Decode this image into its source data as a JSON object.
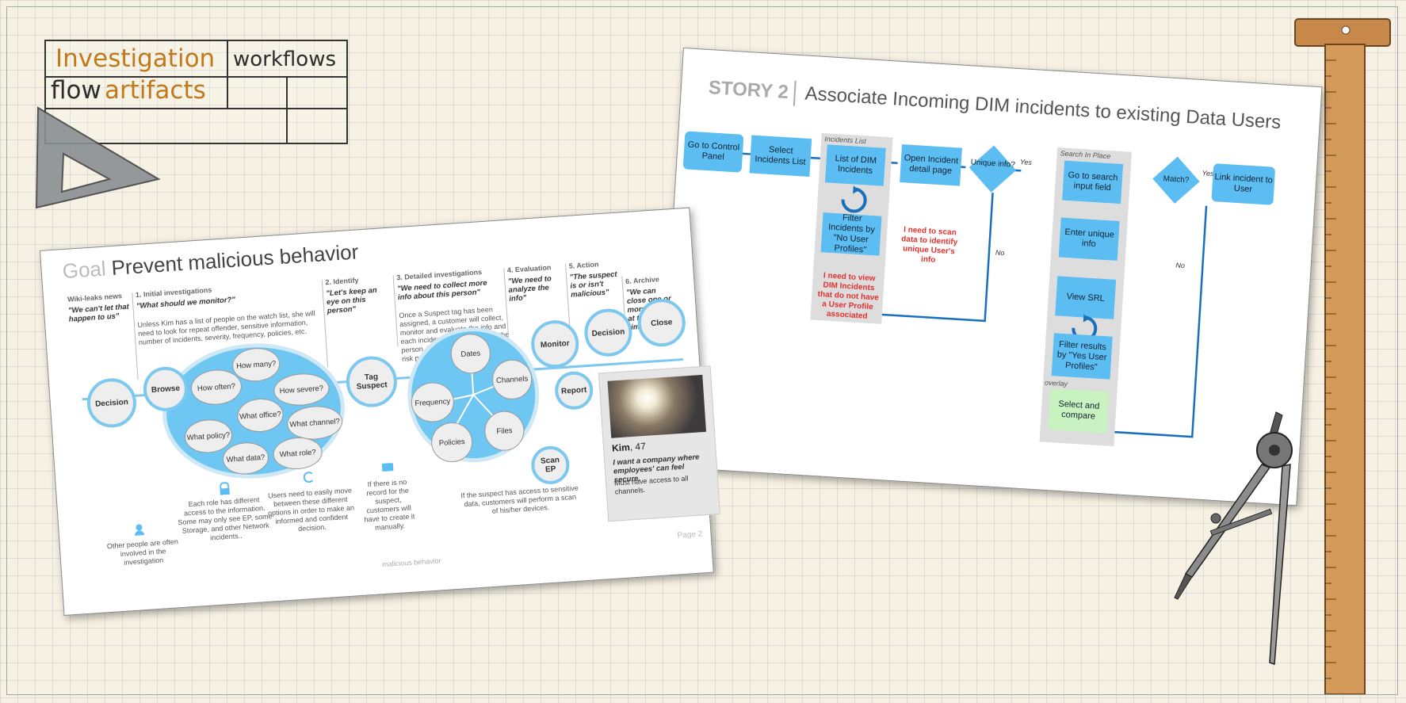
{
  "title_block": {
    "investigation": "Investigation",
    "workflows": "workflows",
    "flow": "flow",
    "artifacts": "artifacts"
  },
  "colors": {
    "orange": "#c07a1c",
    "dark": "#2c2c2c",
    "node_blue": "#5bbdf1",
    "flow_line": "#1a6fbd",
    "alert_red": "#e53030",
    "green": "#c8f3c0"
  },
  "story": {
    "label": "STORY 2",
    "title": "Associate Incoming DIM incidents to existing Data Users",
    "group_incidents": "Incidents List",
    "group_search": "Search In Place",
    "overlay": "overlay",
    "nodes": {
      "go_cp": "Go to Control Panel",
      "select_list": "Select Incidents List",
      "list_dim": "List of DIM Incidents",
      "filter_no": "Filter Incidents by \"No User Profiles\"",
      "open_detail": "Open Incident detail page",
      "unique": "Unique info?",
      "go_search": "Go to search input field",
      "enter_unique": "Enter unique info",
      "view_srl": "View SRL",
      "filter_yes": "Filter results by \"Yes User Profiles\"",
      "match": "Match?",
      "link": "Link incident to User",
      "select_compare": "Select and compare"
    },
    "yes1": "Yes",
    "yes2": "Yes",
    "no1": "No",
    "no2": "No",
    "note_scan": "I need to scan data to identify unique User's info",
    "note_view": "I need to view DIM Incidents that do not have a User Profile associated"
  },
  "goal": {
    "goal_word": "Goal",
    "title": "Prevent malicious behavior",
    "col_wiki_h": "Wiki-leaks news",
    "col_wiki_q": "\"We can't let that happen to us\"",
    "col1_h": "1. Initial investigations",
    "col1_q": "\"What should we monitor?\"",
    "col1_body": "Unless Kim has a list of people on the watch list, she will need to look for repeat offender, sensitive information, number of incidents, severity, frequency, policies, etc.",
    "col2_h": "2. Identify",
    "col2_q": "\"Let's keep an eye on this person\"",
    "col3_h": "3. Detailed investigations",
    "col3_q": "\"We need to collect more info about this person\"",
    "col3_body": "Once a Suspect tag has been assigned, a customer will collect, monitor and evaluate the info and each incident affects the about the person. The info is linked overall risk profile for the person.",
    "col4_h": "4. Evaluation",
    "col4_q": "\"We need to analyze the info\"",
    "col5_h": "5. Action",
    "col5_q": "\"The suspect is or isn't malicious\"",
    "col6_h": "6. Archive",
    "col6_q": "\"We can close one or more case all at the same time\"",
    "nodes": {
      "decision1": "Decision",
      "browse": "Browse",
      "tag": "Tag Suspect",
      "monitor": "Monitor",
      "decision2": "Decision",
      "close": "Close",
      "report": "Report",
      "scan": "Scan EP"
    },
    "bubbles": {
      "many": "How many?",
      "often": "How often?",
      "severe": "How severe?",
      "office": "What office?",
      "channel": "What channel?",
      "policy": "What policy?",
      "data": "What data?",
      "role": "What role?"
    },
    "petals": {
      "dates": "Dates",
      "frequency": "Frequency",
      "channels": "Channels",
      "policies": "Policies",
      "files": "Files"
    },
    "persona": {
      "name": "Kim",
      "age": ", 47",
      "quote": "I want a company where employees' can feel secure.",
      "need": "Must have access to all channels."
    },
    "notes": {
      "people": "Other people are often involved in the investigation",
      "role": "Each role has different access to the information. Some may only see EP, some Storage, and other Network incidents..",
      "move": "Users need to easily move between these different options in order to make an informed and confident decision.",
      "record": "If there is no record for the suspect, customers will have to create it manually.",
      "scan": "If the suspect has access to sensitive data, customers will perform a scan of his/her devices."
    },
    "footer": "malicious behavior",
    "page": "Page 2"
  }
}
